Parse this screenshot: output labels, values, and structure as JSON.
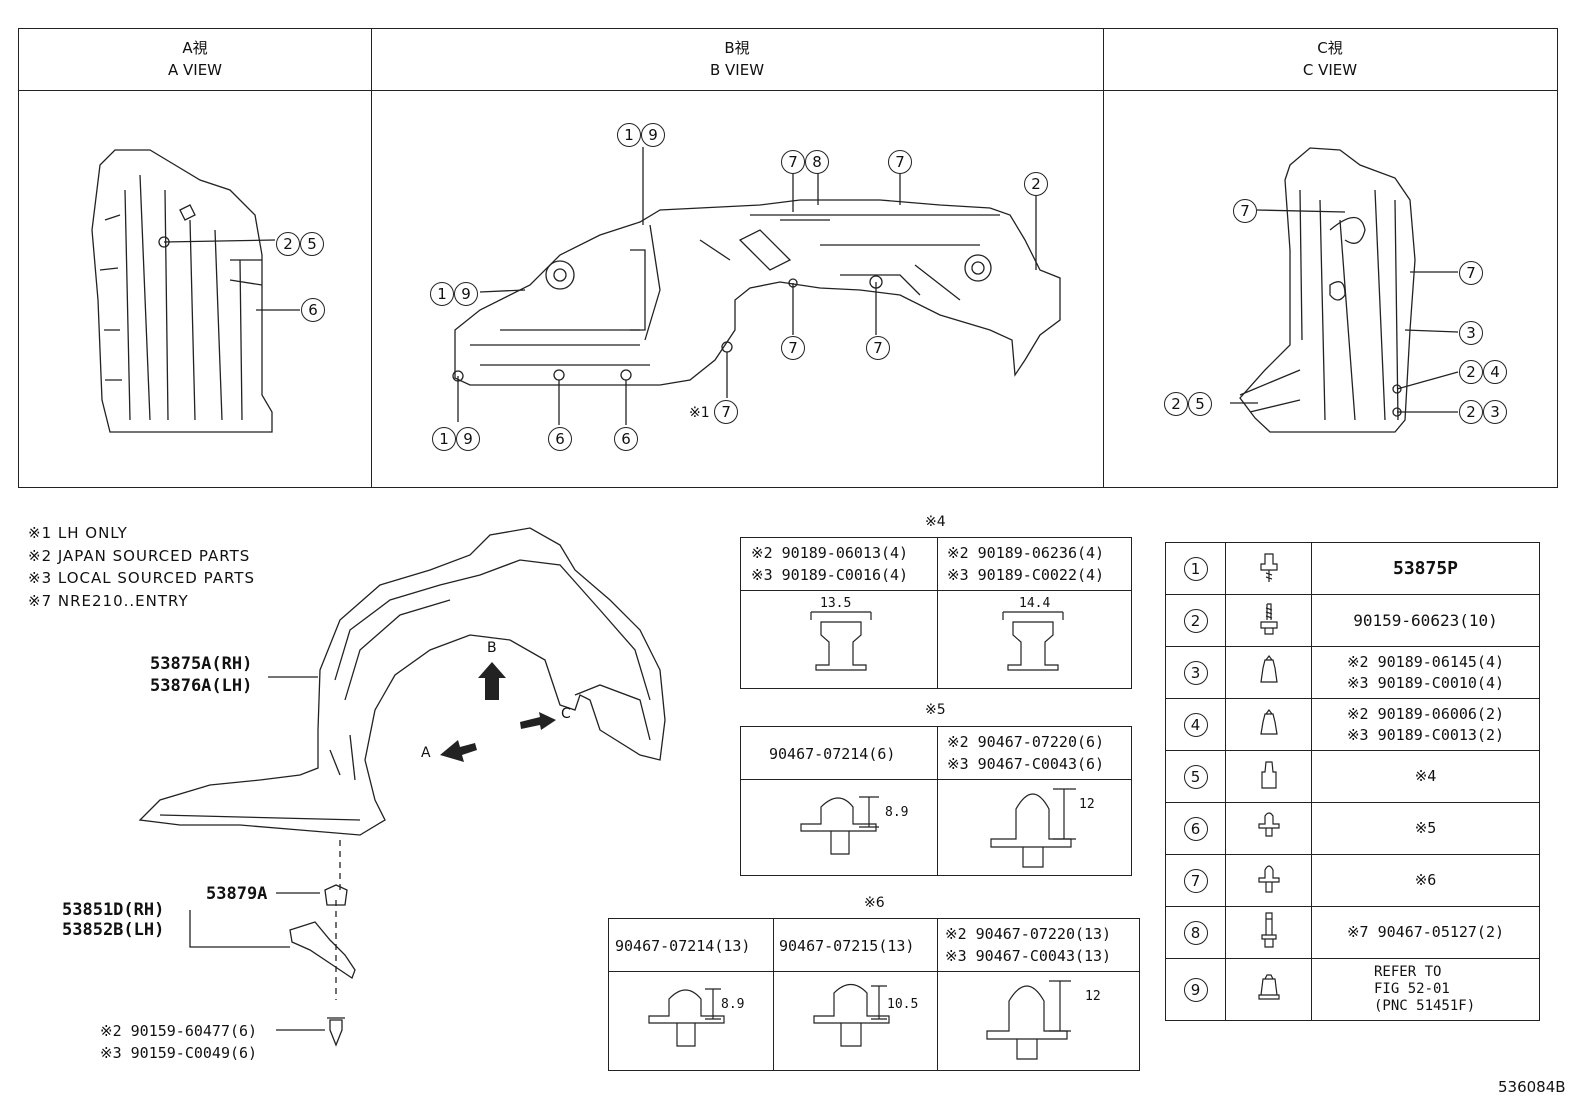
{
  "views": [
    {
      "jp": "A視",
      "en": "A VIEW"
    },
    {
      "jp": "B視",
      "en": "B VIEW"
    },
    {
      "jp": "C視",
      "en": "C VIEW"
    }
  ],
  "callouts_a": [
    "2",
    "5",
    "6"
  ],
  "callouts_b": [
    "1",
    "9",
    "7",
    "8",
    "7",
    "2",
    "1",
    "9",
    "7",
    "7",
    "1",
    "9",
    "6",
    "6",
    "※1",
    "7"
  ],
  "callouts_c": [
    "7",
    "7",
    "3",
    "2",
    "4",
    "2",
    "5",
    "2",
    "3"
  ],
  "notes": [
    "※1 LH ONLY",
    "※2 JAPAN SOURCED PARTS",
    "※3 LOCAL SOURCED PARTS",
    "※7 NRE210..ENTRY"
  ],
  "parts": {
    "liner_rh": "53875A(RH)",
    "liner_lh": "53876A(LH)",
    "bracket": "53879A",
    "seal_rh": "53851D(RH)",
    "seal_lh": "53852B(LH)",
    "screw_1": "※2 90159-60477(6)",
    "screw_2": "※3 90159-C0049(6)"
  },
  "arrows": {
    "b": "B",
    "a": "A",
    "c": "C"
  },
  "table4": {
    "title": "※4",
    "h1a": "※2 90189-06013(4)",
    "h1b": "※3 90189-C0016(4)",
    "h2a": "※2 90189-06236(4)",
    "h2b": "※3 90189-C0022(4)",
    "dim1": "13.5",
    "dim2": "14.4"
  },
  "table5": {
    "title": "※5",
    "h1": "90467-07214(6)",
    "h2a": "※2 90467-07220(6)",
    "h2b": "※3 90467-C0043(6)",
    "dim1": "8.9",
    "dim2": "12"
  },
  "table6": {
    "title": "※6",
    "h1": "90467-07214(13)",
    "h2": "90467-07215(13)",
    "h3a": "※2 90467-07220(13)",
    "h3b": "※3 90467-C0043(13)",
    "dim1": "8.9",
    "dim2": "10.5",
    "dim3": "12"
  },
  "legend": [
    {
      "num": "1",
      "icon": "screw-icon",
      "lines": [
        "53875P"
      ]
    },
    {
      "num": "2",
      "icon": "screw-icon",
      "lines": [
        "90159-60623(10)"
      ]
    },
    {
      "num": "3",
      "icon": "nut-icon",
      "lines": [
        "※2 90189-06145(4)",
        "※3 90189-C0010(4)"
      ]
    },
    {
      "num": "4",
      "icon": "nut-icon",
      "lines": [
        "※2 90189-06006(2)",
        "※3 90189-C0013(2)"
      ]
    },
    {
      "num": "5",
      "icon": "nut-icon",
      "lines": [
        "※4"
      ]
    },
    {
      "num": "6",
      "icon": "clip-icon",
      "lines": [
        "※5"
      ]
    },
    {
      "num": "7",
      "icon": "clip-icon",
      "lines": [
        "※6"
      ]
    },
    {
      "num": "8",
      "icon": "pin-icon",
      "lines": [
        "※7 90467-05127(2)"
      ]
    },
    {
      "num": "9",
      "icon": "retainer-icon",
      "lines": [
        "REFER TO",
        "FIG 52-01",
        "(PNC 51451F)"
      ]
    }
  ],
  "illustration_id": "536084B"
}
